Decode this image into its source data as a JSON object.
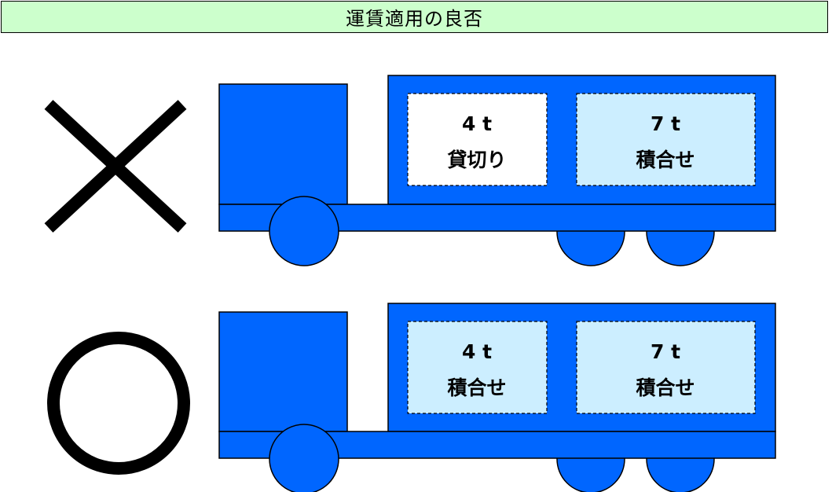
{
  "title": "運賃適用の良否",
  "colors": {
    "title_bg": "#ccffcc",
    "truck_blue": "#0066ff",
    "truck_outline": "#000000",
    "charter_box": "#ffffff",
    "mixed_box": "#cceeff"
  },
  "trucks": [
    {
      "verdict": "×",
      "verdict_icon": "cross-mark-icon",
      "front": {
        "weight": "4 t",
        "type": "貸切り",
        "style": "charter"
      },
      "rear": {
        "weight": "7 t",
        "type": "積合せ",
        "style": "mixed"
      }
    },
    {
      "verdict": "○",
      "verdict_icon": "circle-mark-icon",
      "front": {
        "weight": "4 t",
        "type": "積合せ",
        "style": "mixed"
      },
      "rear": {
        "weight": "7 t",
        "type": "積合せ",
        "style": "mixed"
      }
    }
  ]
}
